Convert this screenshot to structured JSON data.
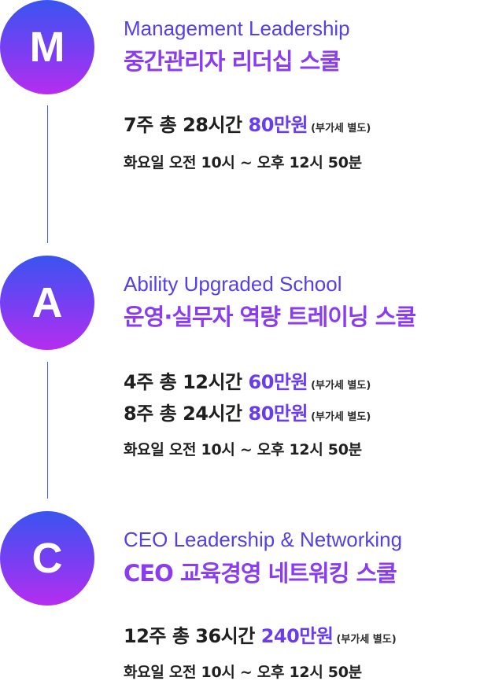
{
  "programs": [
    {
      "letter": "M",
      "english_title": "Management Leadership",
      "korean_title": "중간관리자 리더십 스쿨",
      "pricing": [
        {
          "course": "7주 총 28시간",
          "amount": "80만원",
          "vat": "(부가세 별도)"
        }
      ],
      "schedule": "화요일 오전 10시 ~ 오후 12시 50분"
    },
    {
      "letter": "A",
      "english_title": "Ability Upgraded School",
      "korean_title": "운영·실무자 역량 트레이닝 스쿨",
      "pricing": [
        {
          "course": "4주 총 12시간",
          "amount": "60만원",
          "vat": "(부가세 별도)"
        },
        {
          "course": "8주 총 24시간",
          "amount": "80만원",
          "vat": "(부가세 별도)"
        }
      ],
      "schedule": "화요일 오전 10시 ~ 오후 12시 50분"
    },
    {
      "letter": "C",
      "english_title": "CEO Leadership & Networking",
      "korean_title": "CEO 교육경영 네트워킹 스쿨",
      "pricing": [
        {
          "course": "12주 총 36시간",
          "amount": "240만원",
          "vat": "(부가세 별도)"
        }
      ],
      "schedule": "화요일 오전 10시 ~ 오후 12시 50분"
    }
  ],
  "colors": {
    "circle_gradient_top": "#3a54f0",
    "circle_gradient_bottom": "#b62df0",
    "english_title": "#5540e6",
    "korean_title": "#8a3cf0",
    "price_amount": "#6a3cf0",
    "connector": "#4a5ae8"
  }
}
